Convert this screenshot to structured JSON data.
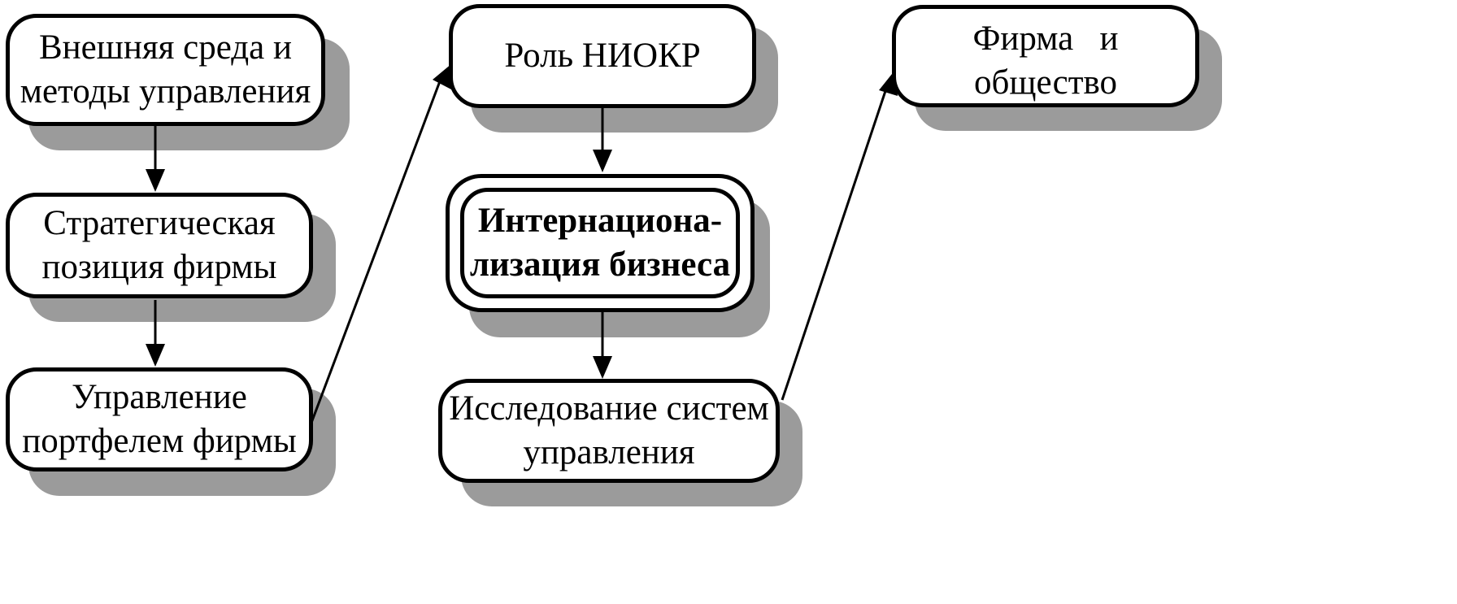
{
  "boxes": {
    "external": {
      "lines": [
        "Внешняя среда и",
        "методы управления"
      ]
    },
    "strategic": {
      "lines": [
        "Стратегическая",
        "позиция фирмы"
      ]
    },
    "portfolio": {
      "lines": [
        "Управление",
        "портфелем фирмы"
      ]
    },
    "rnd": {
      "lines": [
        "Роль НИОКР"
      ]
    },
    "intl": {
      "lines": [
        "Интернациона-",
        "лизация бизнеса"
      ]
    },
    "research": {
      "lines": [
        "Исследование систем",
        "управления"
      ]
    },
    "society": {
      "lines": [
        "Фирма   и",
        "общество"
      ]
    }
  },
  "colors": {
    "stroke": "#000000",
    "shadow": "#9b9b9b",
    "fill": "#ffffff"
  }
}
